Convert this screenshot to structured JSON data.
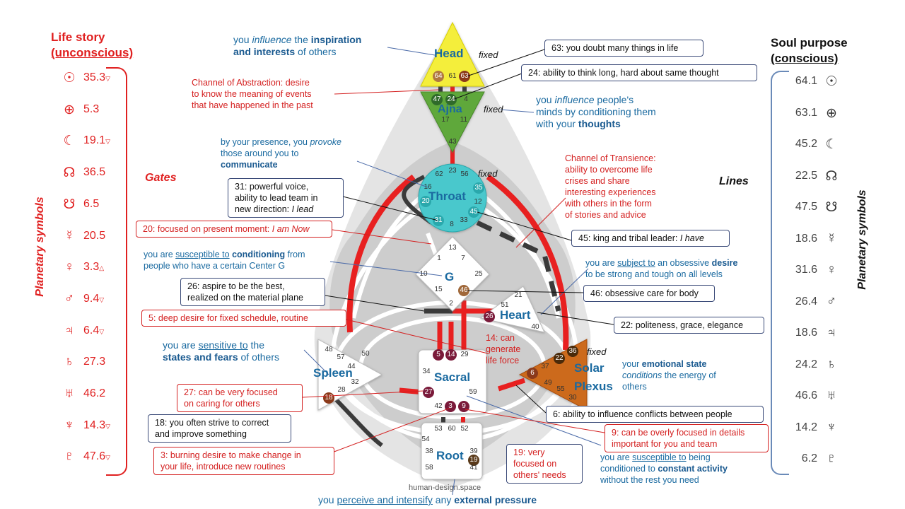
{
  "left_panel": {
    "title_line1": "Life story",
    "title_line2": "(unconscious)",
    "gates_label": "Gates",
    "vertical_label": "Planetary symbols",
    "rows": [
      {
        "symbol": "☉",
        "icon": "sun-icon",
        "value": "35.3",
        "mark": "▽"
      },
      {
        "symbol": "⊕",
        "icon": "earth-icon",
        "value": "5.3",
        "mark": ""
      },
      {
        "symbol": "☾",
        "icon": "moon-icon",
        "value": "19.1",
        "mark": "▽"
      },
      {
        "symbol": "☊",
        "icon": "north-node-icon",
        "value": "36.5",
        "mark": ""
      },
      {
        "symbol": "☋",
        "icon": "south-node-icon",
        "value": "6.5",
        "mark": ""
      },
      {
        "symbol": "☿",
        "icon": "mercury-icon",
        "value": "20.5",
        "mark": ""
      },
      {
        "symbol": "♀",
        "icon": "venus-icon",
        "value": "3.3",
        "mark": "△"
      },
      {
        "symbol": "♂",
        "icon": "mars-icon",
        "value": "9.4",
        "mark": "▽"
      },
      {
        "symbol": "♃",
        "icon": "jupiter-icon",
        "value": "6.4",
        "mark": "▽"
      },
      {
        "symbol": "♄",
        "icon": "saturn-icon",
        "value": "27.3",
        "mark": ""
      },
      {
        "symbol": "♅",
        "icon": "uranus-icon",
        "value": "46.2",
        "mark": ""
      },
      {
        "symbol": "♆",
        "icon": "neptune-icon",
        "value": "14.3",
        "mark": "▽"
      },
      {
        "symbol": "♇",
        "icon": "pluto-icon",
        "value": "47.6",
        "mark": "▽"
      }
    ]
  },
  "right_panel": {
    "title_line1": "Soul purpose",
    "title_line2": "(conscious)",
    "lines_label": "Lines",
    "vertical_label": "Planetary symbols",
    "rows": [
      {
        "symbol": "☉",
        "icon": "sun-icon",
        "value": "64.1"
      },
      {
        "symbol": "⊕",
        "icon": "earth-icon",
        "value": "63.1"
      },
      {
        "symbol": "☾",
        "icon": "moon-icon",
        "value": "45.2"
      },
      {
        "symbol": "☊",
        "icon": "north-node-icon",
        "value": "22.5"
      },
      {
        "symbol": "☋",
        "icon": "south-node-icon",
        "value": "47.5"
      },
      {
        "symbol": "☿",
        "icon": "mercury-icon",
        "value": "18.6"
      },
      {
        "symbol": "♀",
        "icon": "venus-icon",
        "value": "31.6"
      },
      {
        "symbol": "♂",
        "icon": "mars-icon",
        "value": "26.4"
      },
      {
        "symbol": "♃",
        "icon": "jupiter-icon",
        "value": "18.6"
      },
      {
        "symbol": "♄",
        "icon": "saturn-icon",
        "value": "24.2"
      },
      {
        "symbol": "♅",
        "icon": "uranus-icon",
        "value": "46.6"
      },
      {
        "symbol": "♆",
        "icon": "neptune-icon",
        "value": "14.2"
      },
      {
        "symbol": "♇",
        "icon": "pluto-icon",
        "value": "6.2"
      }
    ]
  },
  "centers": {
    "head": "Head",
    "ajna": "Ajna",
    "throat": "Throat",
    "g": "G",
    "heart": "Heart",
    "spleen": "Spleen",
    "sacral": "Sacral",
    "solar_plexus_line1": "Solar",
    "solar_plexus_line2": "Plexus",
    "root": "Root"
  },
  "fixed_label": "fixed",
  "credit": "human-design.space",
  "gates": {
    "head": [
      "64",
      "61",
      "63"
    ],
    "ajna": [
      "47",
      "24",
      "4",
      "17",
      "11",
      "43"
    ],
    "throat": [
      "62",
      "23",
      "56",
      "16",
      "35",
      "20",
      "12",
      "45",
      "31",
      "8",
      "33"
    ],
    "g": [
      "1",
      "7",
      "13",
      "10",
      "25",
      "15",
      "46",
      "2"
    ],
    "heart": [
      "21",
      "51",
      "26",
      "40"
    ],
    "spleen": [
      "48",
      "57",
      "44",
      "50",
      "32",
      "28",
      "18"
    ],
    "sacral": [
      "5",
      "14",
      "29",
      "34",
      "27",
      "59",
      "42",
      "3",
      "9"
    ],
    "solar": [
      "36",
      "22",
      "37",
      "6",
      "49",
      "55",
      "30"
    ],
    "root": [
      "53",
      "60",
      "52",
      "54",
      "19",
      "38",
      "39",
      "58",
      "41"
    ]
  },
  "notes": {
    "head_influence": {
      "pre": "you ",
      "em": "influence",
      "mid": " the ",
      "b1": "inspiration",
      "line2_b": "and interests",
      "line2_rest": " of others"
    },
    "ajna_influence": {
      "pre": "you ",
      "em": "influence",
      "rest": " people's",
      "line2": "minds by conditioning them",
      "line3_pre": "with your ",
      "line3_b": "thoughts"
    },
    "abstraction": [
      "Channel of Abstraction:  desire",
      "to know the meaning of events",
      "that have happened  in the past"
    ],
    "transience": [
      "Channel of Transience:",
      "ability to overcome life",
      "crises and share",
      "interesting experiences",
      "with others in the form",
      "of stories and advice"
    ],
    "throat_provoke": {
      "pre": "by your presence, you ",
      "em": "provoke",
      "line2": "those around you to",
      "line3_b": "communicate"
    },
    "g_cond": {
      "pre": "you are ",
      "u": "susceptible to",
      "sp": " ",
      "b": "conditioning",
      "rest": " from",
      "line2": "people who have a certain Center G"
    },
    "heart_desire": {
      "pre": "you are ",
      "u": "subject to",
      "mid": " an obsessive ",
      "b": "desire",
      "line2": "to be strong and tough on all levels"
    },
    "spleen_sense": {
      "pre": "you are ",
      "u": "sensitive to",
      "rest": " the",
      "line2_b": "states and fears",
      "line2_rest": " of others"
    },
    "solar_cond": {
      "pre": "your ",
      "b": "emotional state",
      "line2_em": "conditions",
      "line2_rest": " the energy of",
      "line3": "others"
    },
    "root_cond": {
      "pre": "you are ",
      "u": "susceptible to",
      "rest": " being",
      "line2_pre": "conditioned to ",
      "line2_b": "constant activity",
      "line3": "without the rest you need"
    },
    "root_pressure": {
      "pre": "you ",
      "u": "perceive and intensify",
      "mid": " any ",
      "b": "external pressure"
    },
    "gate14": [
      "14: can",
      "generate",
      "life force"
    ],
    "gate19": [
      "19: very",
      "focused on",
      "others' needs"
    ]
  },
  "boxes": {
    "b63": "63: you doubt many things in life",
    "b24": "24: ability to think long, hard about same thought",
    "b31_l1": "31: powerful voice,",
    "b31_l2": "ability to lead team in",
    "b31_l3_pre": "new direction: ",
    "b31_l3_em": "I lead",
    "b20_pre": "20: focused on present moment: ",
    "b20_em": "I am Now",
    "b45_pre": "45: king and tribal leader: ",
    "b45_em": "I have",
    "b26_l1": "26: aspire to be the best,",
    "b26_l2": "realized on the material plane",
    "b46": "46: obsessive care for body",
    "b5": "5: deep desire for fixed schedule, routine",
    "b22": "22: politeness, grace, elegance",
    "b27_l1": "27: can be very focused",
    "b27_l2": "on caring for others",
    "b6": "6: ability to influence conflicts between people",
    "b18_l1": "18: you often strive to correct",
    "b18_l2": "and improve something",
    "b9_l1": "9: can be overly focused in details",
    "b9_l2": "important for you and team",
    "b3_l1": "3: burning desire to make change in",
    "b3_l2": "your life, introduce new routines"
  },
  "colors": {
    "red": "#e02020",
    "blue": "#1a6aa0",
    "head": "#f4ee3a",
    "ajna": "#5fa83a",
    "throat": "#48c8cc",
    "solar": "#cc6a1a",
    "channel_red": "#e82020",
    "channel_dark": "#3a3a3a",
    "body": "#c9c9c9"
  }
}
